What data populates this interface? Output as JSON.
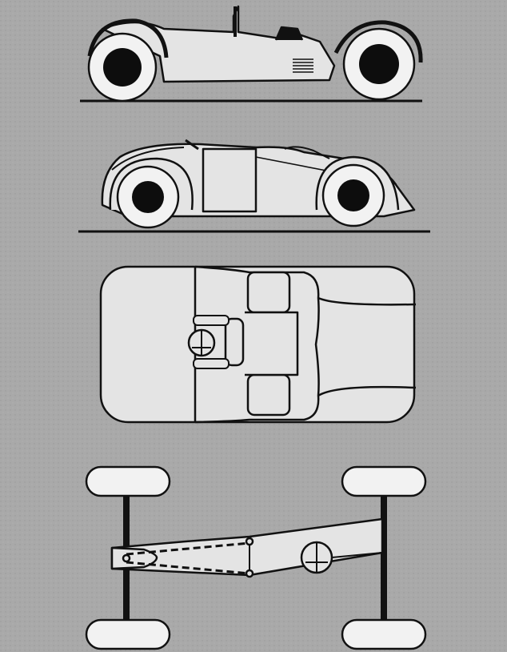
{
  "diagram": {
    "views": [
      {
        "id": "side-view-vintage",
        "kind": "side"
      },
      {
        "id": "side-view-streamlined",
        "kind": "side"
      },
      {
        "id": "top-view-body",
        "kind": "plan"
      },
      {
        "id": "chassis-plan-view",
        "kind": "plan"
      }
    ],
    "colors": {
      "paper": "#a9a9a9",
      "ink": "#111111",
      "body": "#e4e4e4",
      "tyre": "#f2f2f2",
      "hub": "#0d0d0d"
    }
  }
}
